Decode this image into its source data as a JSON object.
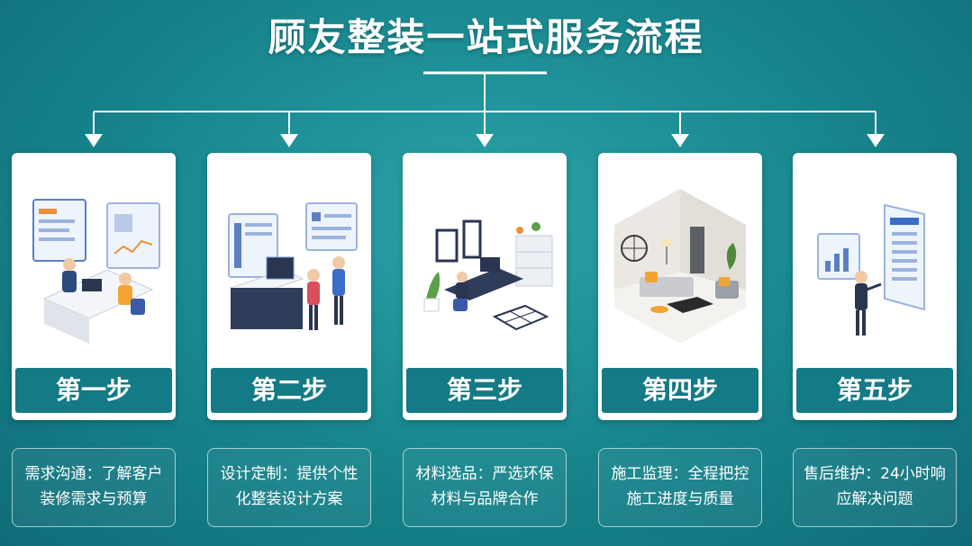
{
  "title": "顾友整装一站式服务流程",
  "colors": {
    "accent": "#137a86",
    "background": "#17848c",
    "card": "#ffffff"
  },
  "steps": [
    {
      "label": "第一步",
      "desc": "需求沟通：了解客户装修需求与预算",
      "icon": "consultation-meeting-icon"
    },
    {
      "label": "第二步",
      "desc": "设计定制：提供个性化整装设计方案",
      "icon": "design-presentation-icon"
    },
    {
      "label": "第三步",
      "desc": "材料选品：严选环保材料与品牌合作",
      "icon": "material-selection-icon"
    },
    {
      "label": "第四步",
      "desc": "施工监理：全程把控施工进度与质量",
      "icon": "living-room-icon"
    },
    {
      "label": "第五步",
      "desc": "售后维护：24小时响应解决问题",
      "icon": "after-sales-support-icon"
    }
  ]
}
